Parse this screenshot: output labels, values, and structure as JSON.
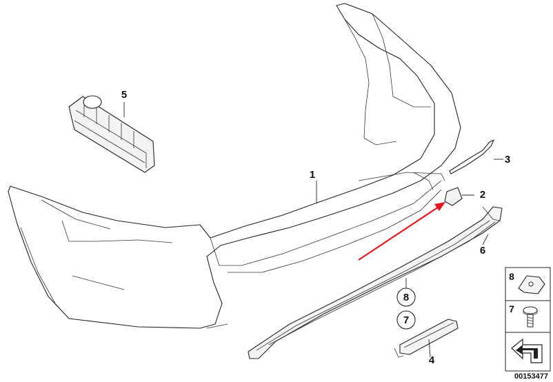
{
  "diagram": {
    "callouts": {
      "p1": "1",
      "p2": "2",
      "p3": "3",
      "p4": "4",
      "p5": "5",
      "p6": "6",
      "c8": "8",
      "c7": "7",
      "box8": "8",
      "box7": "7"
    },
    "document_number": "00153477",
    "colors": {
      "highlight_arrow": "#e8141c",
      "line": "#222222"
    }
  }
}
